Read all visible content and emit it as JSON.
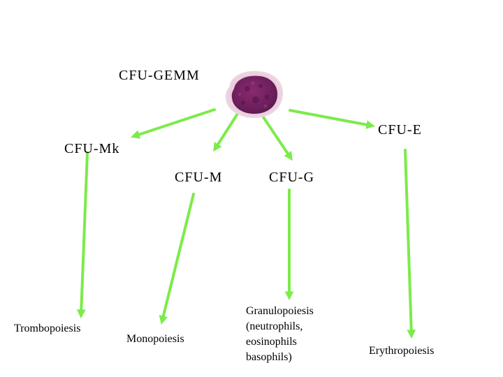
{
  "diagram": {
    "root": {
      "label": "CFU-GEMM",
      "image": "stem-cell-micrograph"
    },
    "nodes": {
      "mk": "CFU-Mk",
      "m": "CFU-M",
      "g": "CFU-G",
      "e": "CFU-E"
    },
    "outcomes": {
      "mk": "Trombopoiesis",
      "m": "Monopoiesis",
      "g": [
        "Granulopoiesis",
        "(neutrophils,",
        "eosinophils",
        "basophils)"
      ],
      "e": "Erythropoiesis"
    },
    "arrow_color": "#7CEB4A"
  }
}
